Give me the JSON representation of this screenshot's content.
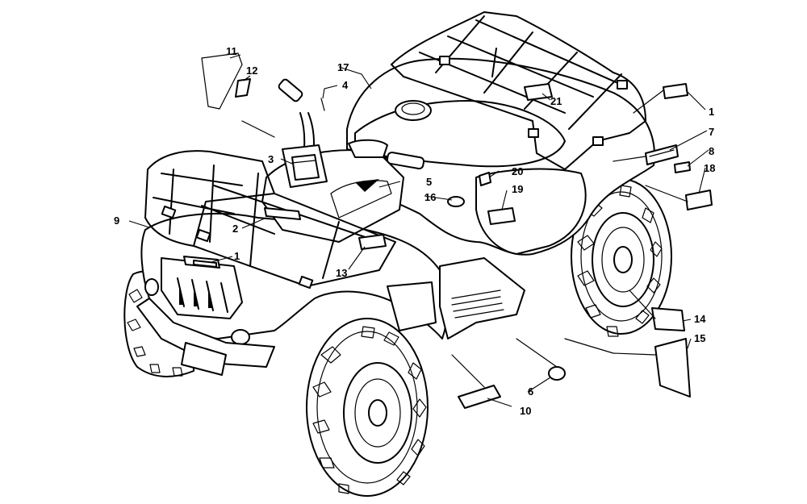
{
  "diagram": {
    "callouts": [
      {
        "id": "c11",
        "label": "11"
      },
      {
        "id": "c12",
        "label": "12"
      },
      {
        "id": "c17",
        "label": "17"
      },
      {
        "id": "c4",
        "label": "4"
      },
      {
        "id": "c1a",
        "label": "1"
      },
      {
        "id": "c7",
        "label": "7"
      },
      {
        "id": "c8",
        "label": "8"
      },
      {
        "id": "c18",
        "label": "18"
      },
      {
        "id": "c21",
        "label": "21"
      },
      {
        "id": "c3",
        "label": "3"
      },
      {
        "id": "c5",
        "label": "5"
      },
      {
        "id": "c20",
        "label": "20"
      },
      {
        "id": "c16",
        "label": "16"
      },
      {
        "id": "c19",
        "label": "19"
      },
      {
        "id": "c9",
        "label": "9"
      },
      {
        "id": "c2",
        "label": "2"
      },
      {
        "id": "c1b",
        "label": "1"
      },
      {
        "id": "c13",
        "label": "13"
      },
      {
        "id": "c14",
        "label": "14"
      },
      {
        "id": "c15",
        "label": "15"
      },
      {
        "id": "c6",
        "label": "6"
      },
      {
        "id": "c10",
        "label": "10"
      }
    ]
  }
}
